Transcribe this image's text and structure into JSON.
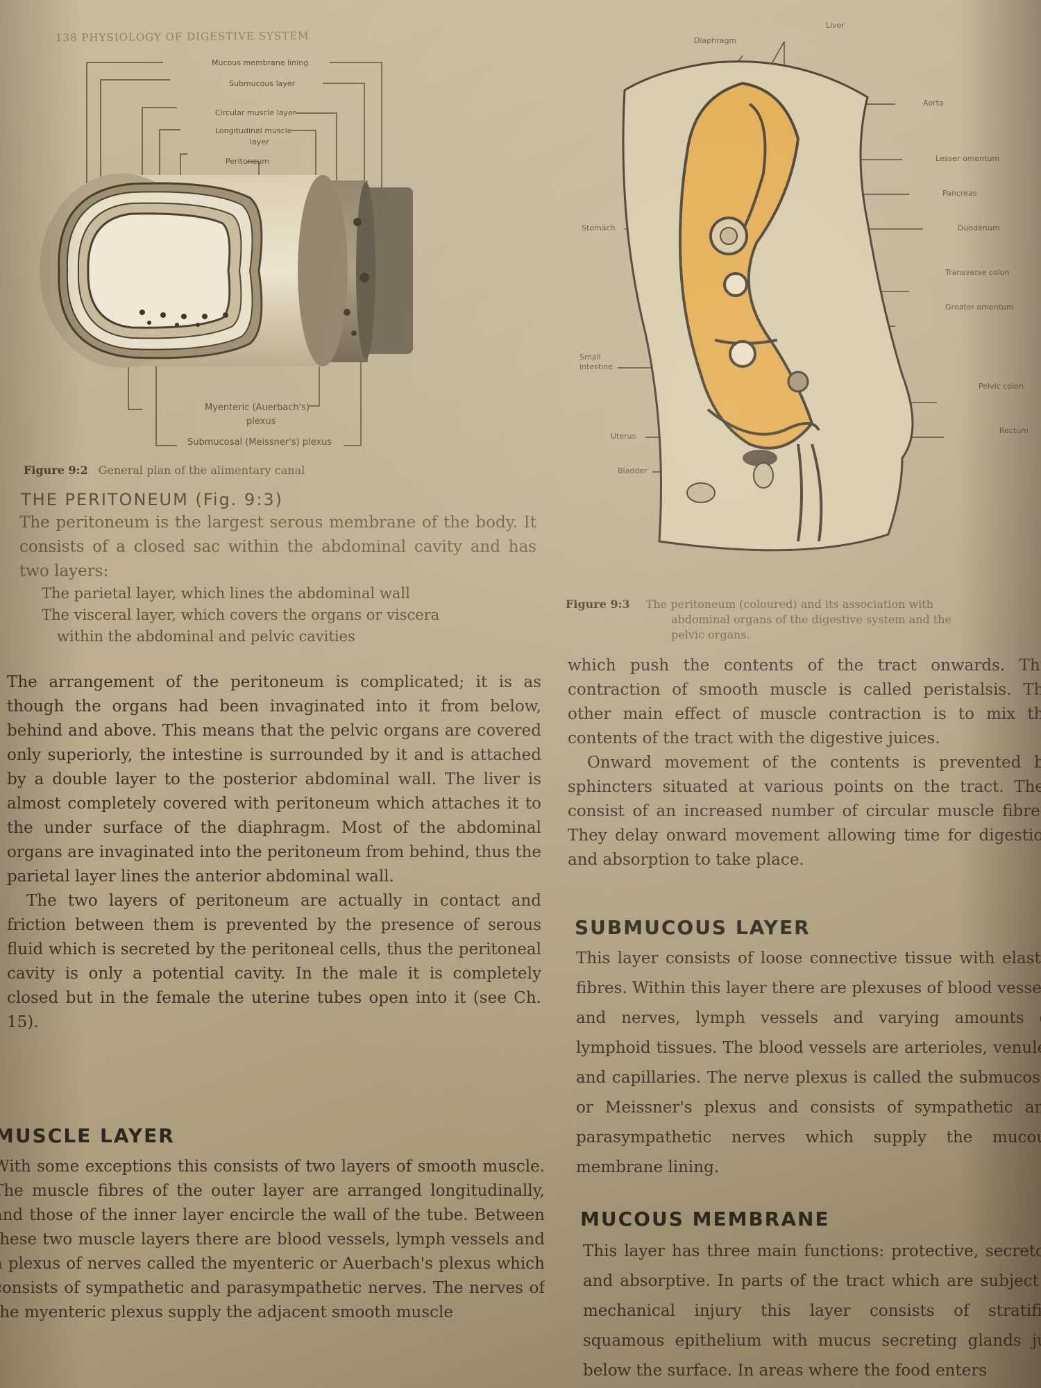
{
  "running_head": "138   PHYSIOLOGY OF DIGESTIVE SYSTEM",
  "fig92": {
    "labels": {
      "mucous": "Mucous membrane lining",
      "submucous": "Submucous layer",
      "circular": "Circular muscle layer",
      "longitudinal": "Longitudinal muscle",
      "longitudinal2": "layer",
      "peritoneum": "Peritoneum",
      "myenteric": "Myenteric (Auerbach's)",
      "myenteric2": "plexus",
      "submucosal": "Submucosal (Meissner's) plexus"
    },
    "caption_num": "Figure 9:2",
    "caption_text": "General plan of the alimentary canal"
  },
  "fig93": {
    "labels": {
      "diaphragm": "Diaphragm",
      "liver": "Liver",
      "aorta": "Aorta",
      "lesser": "Lesser omentum",
      "pancreas": "Pancreas",
      "duodenum": "Duodenum",
      "stomach": "Stomach",
      "transverse": "Transverse colon",
      "greater": "Greater omentum",
      "small": "Small",
      "small2": "intestine",
      "pelvic": "Pelvic colon",
      "uterus": "Uterus",
      "rectum": "Rectum",
      "bladder": "Bladder"
    },
    "caption_num": "Figure 9:3",
    "caption_text1": "The peritoneum (coloured) and its association with",
    "caption_text2": "abdominal organs of the digestive system and the",
    "caption_text3": "pelvic organs."
  },
  "peritoneum": {
    "heading": "THE PERITONEUM (Fig. 9:3)",
    "intro": "The peritoneum is the largest serous membrane of the body. It consists of a closed sac within the abdominal cavity and has two layers:",
    "item1": "The parietal layer, which lines the abdominal wall",
    "item2": "The visceral layer, which covers the organs or viscera",
    "item2b": "within the abdominal and pelvic cavities",
    "p1": "The arrangement of the peritoneum is complicated; it is as though the organs had been invaginated into it from below, behind and above. This means that the pelvic organs are covered only superiorly, the intestine is surrounded by it and is attached by a double layer to the posterior abdominal wall. The liver is almost completely covered with peritoneum which attaches it to the under surface of the diaphragm. Most of the abdominal organs are invaginated into the peritoneum from behind, thus the parietal layer lines the anterior abdominal wall.",
    "p2": "The two layers of peritoneum are actually in contact and friction between them is prevented by the presence of serous fluid which is secreted by the peritoneal cells, thus the peritoneal cavity is only a potential cavity. In the male it is completely closed but in the female the uterine tubes open into it (see Ch. 15)."
  },
  "muscle": {
    "heading": "MUSCLE LAYER",
    "p1": "With some exceptions this consists of two layers of smooth muscle. The muscle fibres of the outer layer are arranged longitudinally, and those of the inner layer encircle the wall of the tube. Between these two muscle layers there are blood vessels, lymph vessels and a plexus of nerves called the myenteric or Auerbach's plexus which consists of sympathetic and parasympathetic nerves. The nerves of the myenteric plexus supply the adjacent smooth muscle"
  },
  "right_col": {
    "p1": "which push the contents of the tract onwards. This contraction of smooth muscle is called peristalsis. The other main effect of muscle contraction is to mix the contents of the tract with the digestive juices.",
    "p2": "Onward movement of the contents is prevented by sphincters situated at various points on the tract. They consist of an increased number of circular muscle fibres. They delay onward movement allowing time for digestion and absorption to take place."
  },
  "submucous": {
    "heading": "SUBMUCOUS LAYER",
    "p1": "This layer consists of loose connective tissue with elastic fibres. Within this layer there are plexuses of blood vessels and nerves, lymph vessels and varying amounts of lymphoid tissues. The blood vessels are arterioles, venules and capillaries. The nerve plexus is called the submucosal or Meissner's plexus and consists of sympathetic and parasympathetic nerves which supply the mucous membrane lining."
  },
  "mucous": {
    "heading": "MUCOUS MEMBRANE",
    "p1": "This layer has three main functions: protective, secretory and absorptive. In parts of the tract which are subject to mechanical injury this layer consists of stratified squamous epithelium with mucus secreting glands just below the surface. In areas where the food enters"
  }
}
